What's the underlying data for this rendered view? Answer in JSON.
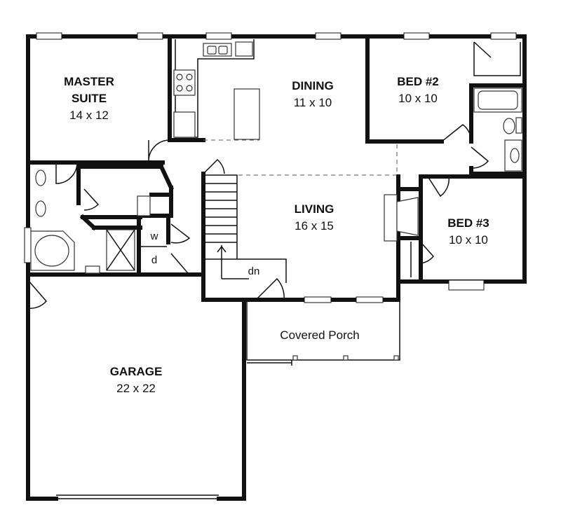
{
  "rooms": {
    "master": {
      "name_line1": "MASTER",
      "name_line2": "SUITE",
      "size": "14 x 12"
    },
    "dining": {
      "name": "DINING",
      "size": "11 x 10"
    },
    "bed2": {
      "name": "BED #2",
      "size": "10 x 10"
    },
    "living": {
      "name": "LIVING",
      "size": "16 x 15"
    },
    "bed3": {
      "name": "BED #3",
      "size": "10 x 10"
    },
    "garage": {
      "name": "GARAGE",
      "size": "22 x 22"
    },
    "porch": {
      "name": "Covered Porch"
    }
  },
  "laundry": {
    "washer": "w",
    "dryer": "d"
  },
  "stairs": {
    "label": "dn"
  }
}
